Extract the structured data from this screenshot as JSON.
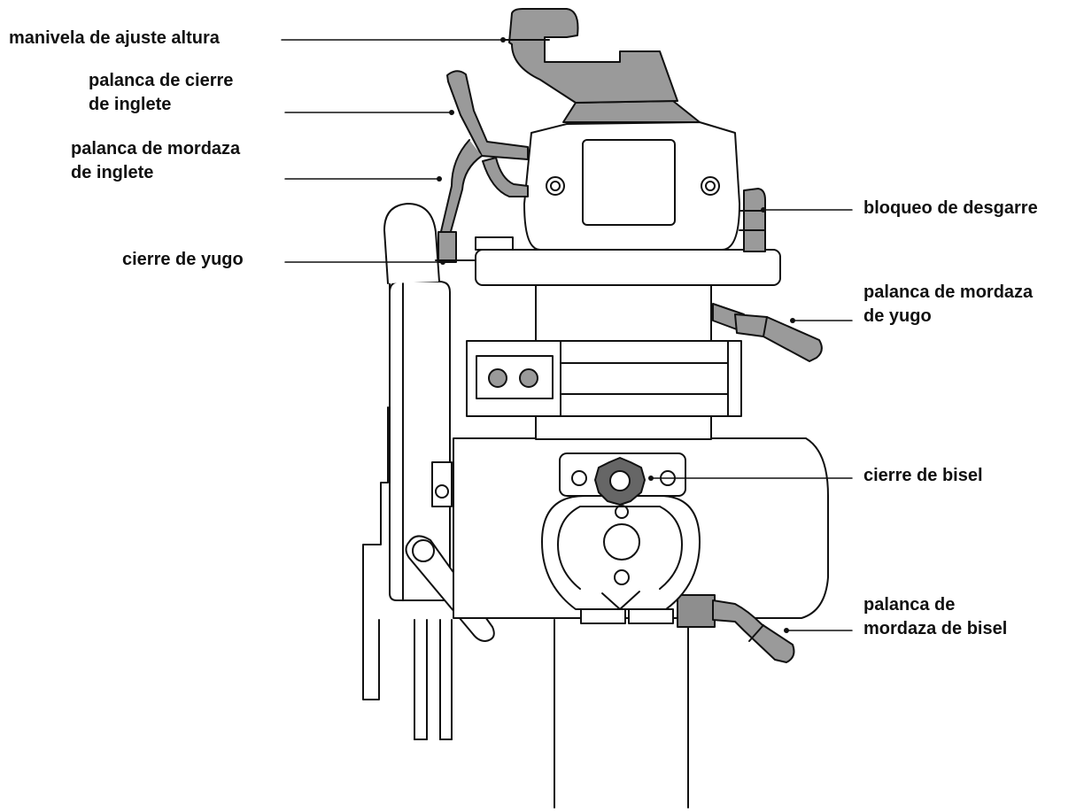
{
  "colors": {
    "line": "#111111",
    "part_fill": "#ffffff",
    "handle_fill": "#9a9a9a",
    "handle_dark": "#7d7d7d",
    "knob_fill": "#666666"
  },
  "labels": {
    "manivela": {
      "lines": [
        "manivela de ajuste altura"
      ]
    },
    "palanca_cierre_inglete": {
      "lines": [
        "palanca de cierre",
        "de inglete"
      ]
    },
    "palanca_mordaza_inglete": {
      "lines": [
        "palanca de mordaza",
        "de inglete"
      ]
    },
    "cierre_yugo": {
      "lines": [
        "cierre de yugo"
      ]
    },
    "bloqueo_desgarre": {
      "lines": [
        "bloqueo de desgarre"
      ]
    },
    "palanca_mordaza_yugo": {
      "lines": [
        "palanca de mordaza",
        "de yugo"
      ]
    },
    "cierre_bisel": {
      "lines": [
        "cierre de bisel"
      ]
    },
    "palanca_mordaza_bisel": {
      "lines": [
        "palanca de",
        "mordaza de bisel"
      ]
    }
  }
}
